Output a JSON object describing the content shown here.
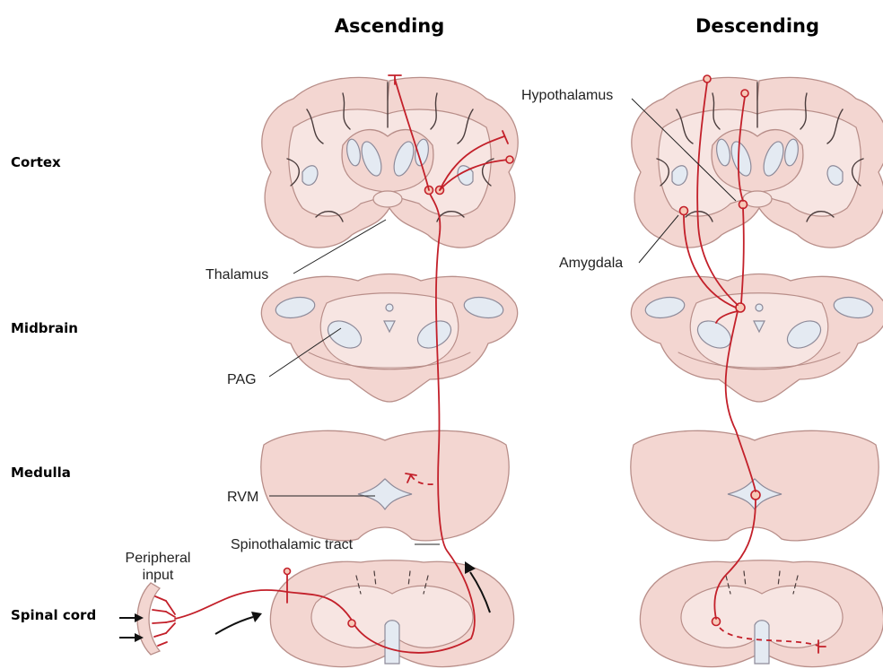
{
  "columns": {
    "ascending": "Ascending",
    "descending": "Descending"
  },
  "rows": {
    "cortex": "Cortex",
    "midbrain": "Midbrain",
    "medulla": "Medulla",
    "spinal_cord": "Spinal cord"
  },
  "labels": {
    "hypothalamus": "Hypothalamus",
    "thalamus": "Thalamus",
    "amygdala": "Amygdala",
    "pag": "PAG",
    "rvm": "RVM",
    "spinothalamic_tract": "Spinothalamic tract",
    "peripheral_input_line1": "Peripheral",
    "peripheral_input_line2": "input"
  },
  "colors": {
    "pathway": "#c3202a",
    "tissue": "#f3d6d1",
    "ventricle": "#e4eaf2"
  }
}
